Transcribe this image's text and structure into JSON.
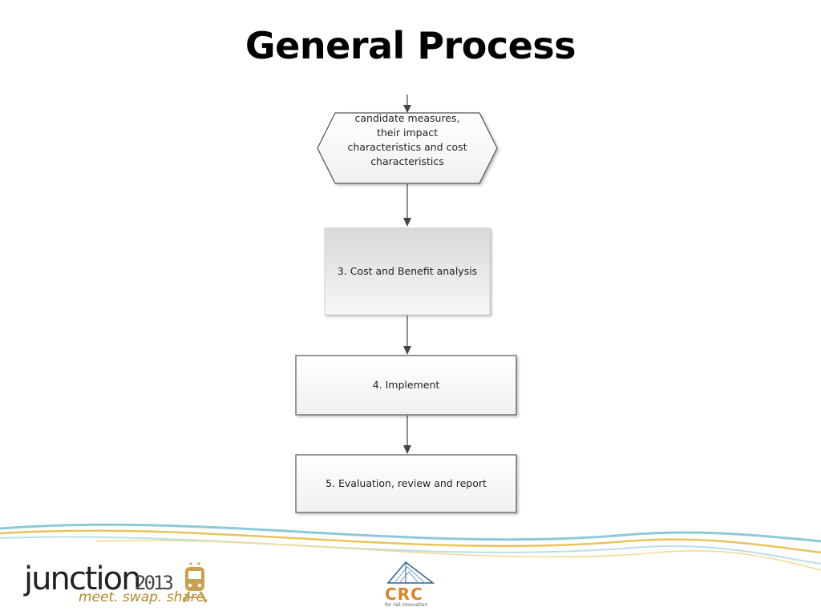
{
  "slide": {
    "title": "General Process"
  },
  "flow": {
    "input_lines": [
      "candidate measures,",
      "their impact",
      "characteristics and cost",
      "characteristics"
    ],
    "step3": "3. Cost and Benefit analysis",
    "step4": "4. Implement",
    "step5": "5. Evaluation, review and report"
  },
  "footer": {
    "left_logo": {
      "word": "junction",
      "year": "2013",
      "tagline": "meet. swap. share."
    },
    "center_logo": {
      "letters": "CRC",
      "subtitle": "for rail innovation"
    }
  },
  "colors": {
    "box_border": "#555555",
    "step3_fill_top": "#dcdcdc",
    "swoosh_blue": "#8fc9d6",
    "swoosh_gold": "#e9c35c",
    "crc_orange": "#d9822b",
    "tagline_gold": "#b28a2c"
  }
}
